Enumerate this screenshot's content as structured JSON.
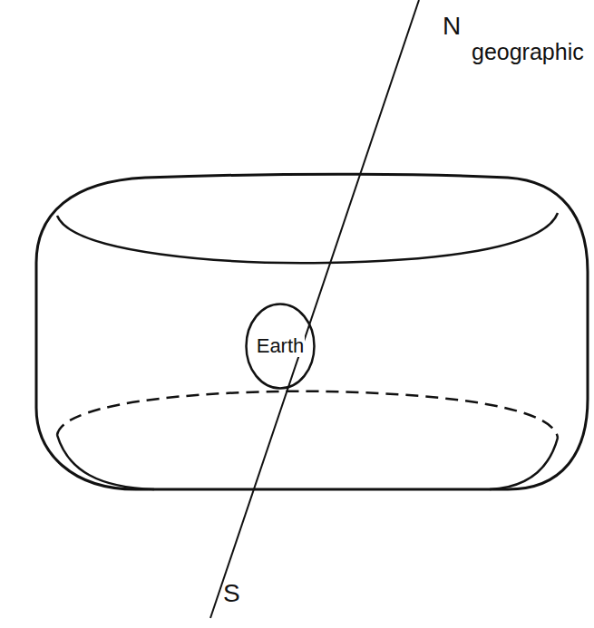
{
  "diagram": {
    "nodes": [
      {
        "text": [
          "Earth"
        ]
      }
    ],
    "labels": [
      "N",
      "geographic",
      "S"
    ]
  }
}
